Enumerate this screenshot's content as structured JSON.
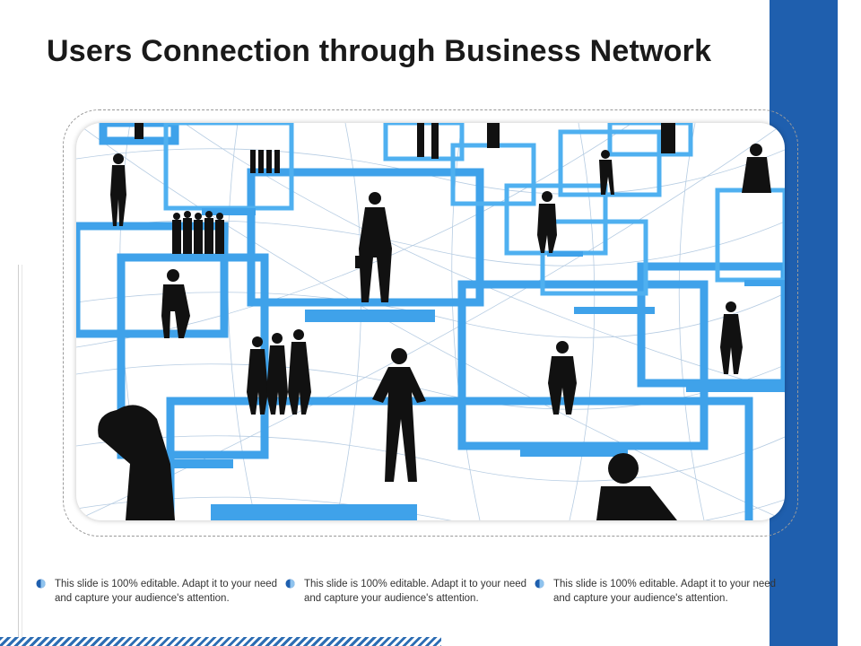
{
  "slide": {
    "title": "Users Connection through Business Network",
    "accent_color": "#1f5fae",
    "image_icon": "business-network-people-icon",
    "bullet_icon": "half-circle-dot-icon",
    "bullets": [
      "This slide is 100% editable. Adapt it to your need and capture your audience's attention.",
      "This slide is 100% editable. Adapt it to your need and capture your audience's attention.",
      "This slide is 100% editable. Adapt it to your need and capture your audience's attention."
    ]
  }
}
